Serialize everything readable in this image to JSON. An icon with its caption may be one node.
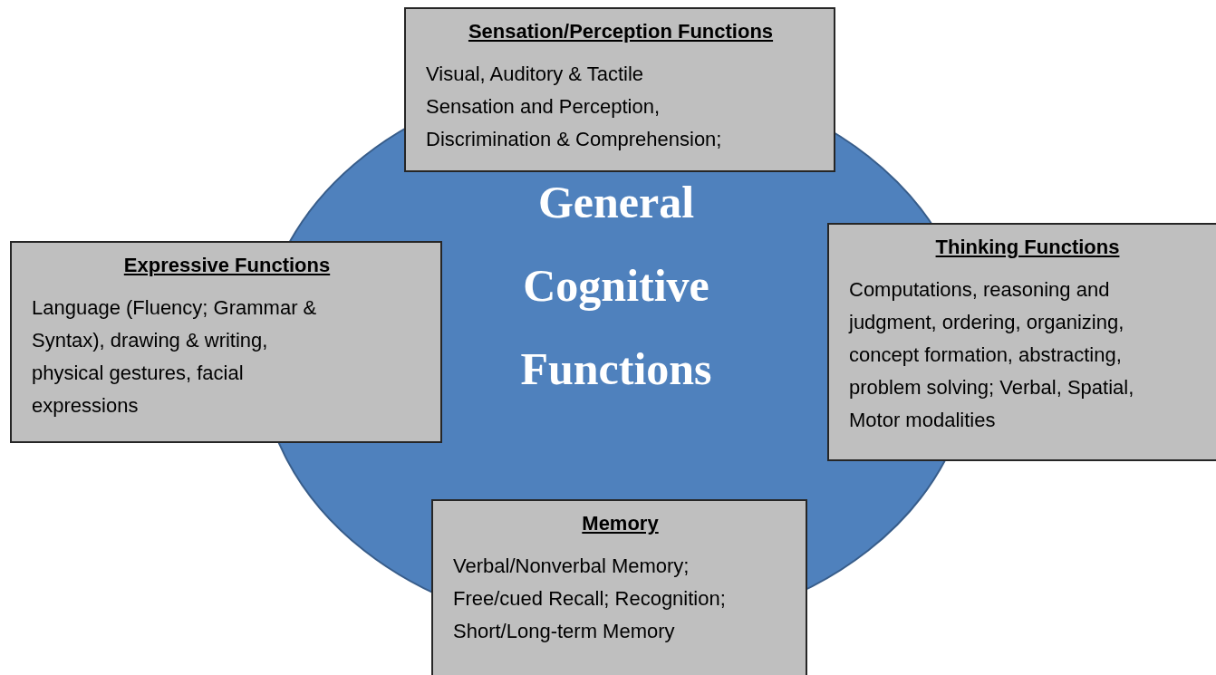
{
  "diagram": {
    "nodes": [
      {
        "text": [
          "Sensation/Perception Functions",
          "Visual, Auditory & Tactile Sensation and Perception, Discrimination & Comprehension;"
        ]
      },
      {
        "text": [
          "Expressive Functions",
          "Language (Fluency; Grammar & Syntax), drawing & writing, physical gestures, facial expressions"
        ]
      },
      {
        "text": [
          "General Cognitive Functions"
        ]
      },
      {
        "text": [
          "Thinking Functions",
          "Computations, reasoning and judgment, ordering, organizing, concept formation, abstracting, problem solving; Verbal, Spatial, Motor modalities"
        ]
      },
      {
        "text": [
          "Memory",
          "Verbal/Nonverbal Memory; Free/cued Recall; Recognition; Short/Long-term Memory"
        ]
      }
    ]
  }
}
